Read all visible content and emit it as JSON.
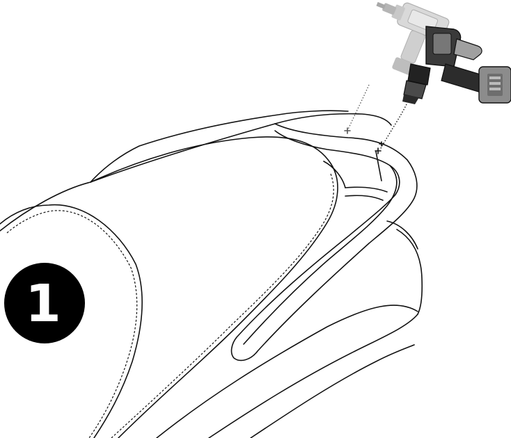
{
  "figure": {
    "step_number": "1",
    "icons": [
      "seat-outline",
      "grab-rail",
      "drill-ghost",
      "drill-active",
      "screw-marker"
    ],
    "colors": {
      "line": "#111111",
      "drill_ghost_body": "#d4d4d4",
      "drill_ghost_dark": "#b0b0b0",
      "drill_active_body": "#3a3a3a",
      "drill_active_trim": "#8c8c8c",
      "badge_fill": "#000000",
      "badge_text": "#ffffff"
    }
  }
}
